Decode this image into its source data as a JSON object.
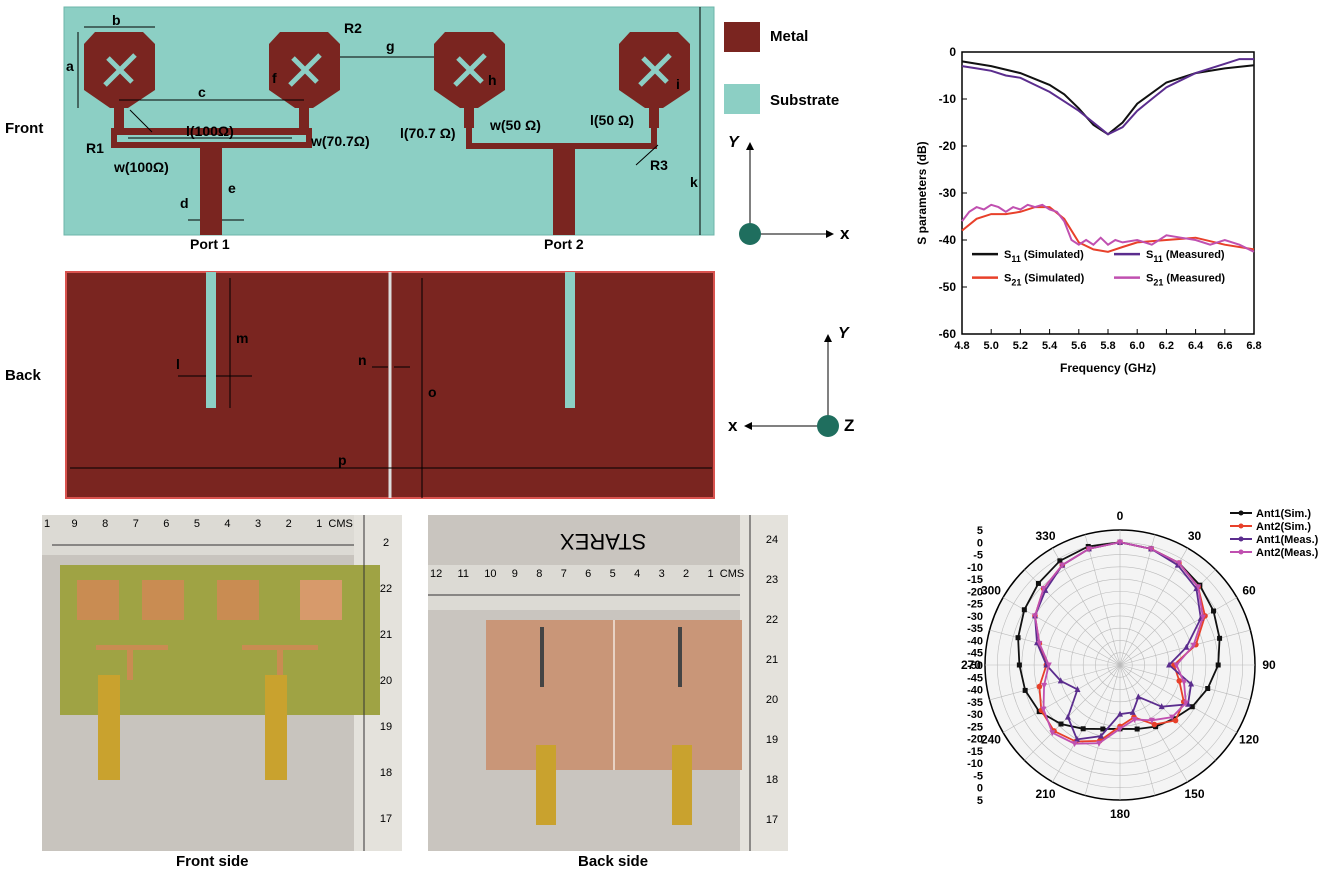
{
  "figure": {
    "rows": {
      "front": "Front",
      "back": "Back"
    },
    "legend": {
      "metal": {
        "label": "Metal",
        "color": "#7a2520"
      },
      "substrate": {
        "label": "Substrate",
        "color": "#8ccfc4"
      }
    },
    "front_dims": {
      "a": "a",
      "b": "b",
      "c": "c",
      "d": "d",
      "e": "e",
      "f": "f",
      "g": "g",
      "h": "h",
      "i": "i",
      "k": "k",
      "R1": "R1",
      "R2": "R2",
      "R3": "R3",
      "l100": "l(100Ω)",
      "w100": "w(100Ω)",
      "w707": "w(70.7Ω)",
      "l707": "l(70.7 Ω)",
      "w50": "w(50 Ω)",
      "l50": "l(50 Ω)"
    },
    "ports": {
      "p1": "Port 1",
      "p2": "Port 2"
    },
    "back_dims": {
      "l": "l",
      "m": "m",
      "n": "n",
      "o": "o",
      "p": "p"
    },
    "axes_front": {
      "y": "Y",
      "x": "x"
    },
    "axes_back": {
      "y": "Y",
      "x": "x",
      "z": "Z"
    },
    "photos": {
      "front_caption": "Front side",
      "back_caption": "Back side",
      "ruler_front_top": [
        "1",
        "9",
        "8",
        "7",
        "6",
        "5",
        "4",
        "3",
        "2",
        "1",
        "CMS"
      ],
      "ruler_front_side": [
        "2",
        "22",
        "21",
        "20",
        "19",
        "18",
        "17"
      ],
      "ruler_back_top": [
        "12",
        "11",
        "10",
        "9",
        "8",
        "7",
        "6",
        "5",
        "4",
        "3",
        "2",
        "1",
        "CMS"
      ],
      "ruler_back_side": [
        "24",
        "23",
        "22",
        "21",
        "20",
        "19",
        "18",
        "17"
      ],
      "brand": "STAREX"
    }
  },
  "chart_data": [
    {
      "type": "line",
      "xlabel": "Frequency (GHz)",
      "ylabel": "S parameters (dB)",
      "xlim": [
        4.8,
        6.8
      ],
      "ylim": [
        -60,
        0
      ],
      "xticks": [
        "4.8",
        "5.0",
        "5.2",
        "5.4",
        "5.6",
        "5.8",
        "6.0",
        "6.2",
        "6.4",
        "6.6",
        "6.8"
      ],
      "yticks": [
        "0",
        "-10",
        "-20",
        "-30",
        "-40",
        "-50",
        "-60"
      ],
      "legend": [
        {
          "main": "S",
          "sub": "11",
          "rest": " (Simulated)",
          "color": "#111111"
        },
        {
          "main": "S",
          "sub": "11",
          "rest": " (Measured)",
          "color": "#5b2d8e"
        },
        {
          "main": "S",
          "sub": "21",
          "rest": " (Simulated)",
          "color": "#e8402a"
        },
        {
          "main": "S",
          "sub": "21",
          "rest": " (Measured)",
          "color": "#c050b0"
        }
      ],
      "series": [
        {
          "color": "#111111",
          "x": [
            4.8,
            5.0,
            5.2,
            5.4,
            5.5,
            5.6,
            5.7,
            5.8,
            5.9,
            6.0,
            6.2,
            6.4,
            6.6,
            6.8
          ],
          "y": [
            -2,
            -3,
            -4.5,
            -7,
            -9,
            -12,
            -15.5,
            -17.5,
            -15,
            -11,
            -6.5,
            -4.5,
            -3.5,
            -2.8
          ]
        },
        {
          "color": "#5b2d8e",
          "x": [
            4.8,
            4.9,
            5.0,
            5.1,
            5.2,
            5.3,
            5.4,
            5.5,
            5.6,
            5.7,
            5.8,
            5.9,
            6.0,
            6.1,
            6.2,
            6.3,
            6.4,
            6.5,
            6.6,
            6.7,
            6.8
          ],
          "y": [
            -3,
            -3.5,
            -4,
            -5,
            -5.5,
            -7,
            -8.5,
            -10.5,
            -12.5,
            -15,
            -17.5,
            -16,
            -12.5,
            -10,
            -7.5,
            -6,
            -4.5,
            -3.5,
            -2.5,
            -1.5,
            -1.5
          ]
        },
        {
          "color": "#e8402a",
          "x": [
            4.8,
            4.9,
            5.0,
            5.1,
            5.2,
            5.3,
            5.4,
            5.5,
            5.6,
            5.7,
            5.8,
            5.9,
            6.0,
            6.2,
            6.4,
            6.6,
            6.8
          ],
          "y": [
            -38,
            -35.5,
            -34.5,
            -34.5,
            -34,
            -33,
            -33,
            -35.5,
            -40.5,
            -42,
            -42.5,
            -41.5,
            -40.5,
            -40,
            -39.5,
            -41,
            -42
          ]
        },
        {
          "color": "#c050b0",
          "x": [
            4.8,
            4.85,
            4.9,
            4.95,
            5.0,
            5.05,
            5.1,
            5.15,
            5.2,
            5.25,
            5.3,
            5.35,
            5.4,
            5.45,
            5.5,
            5.55,
            5.6,
            5.65,
            5.7,
            5.75,
            5.8,
            5.85,
            5.9,
            6.0,
            6.1,
            6.2,
            6.3,
            6.4,
            6.5,
            6.6,
            6.7,
            6.8
          ],
          "y": [
            -36,
            -34,
            -33,
            -33.5,
            -32.5,
            -33,
            -34,
            -33,
            -33.5,
            -32.5,
            -33,
            -32.5,
            -33.5,
            -34,
            -36,
            -40,
            -41,
            -40,
            -41,
            -39.5,
            -41,
            -40,
            -40.5,
            -40,
            -41,
            -39,
            -39.5,
            -40,
            -41,
            -40,
            -41,
            -42.5
          ]
        }
      ]
    },
    {
      "type": "polar",
      "angle_labels": [
        "0",
        "30",
        "60",
        "90",
        "120",
        "150",
        "180",
        "210",
        "240",
        "270",
        "300",
        "330"
      ],
      "r_labels": [
        "5",
        "0",
        "-5",
        "-10",
        "-15",
        "-20",
        "-25",
        "-30",
        "-35",
        "-40",
        "-45",
        "-50",
        "-45",
        "-40",
        "-35",
        "-30",
        "-25",
        "-20",
        "-15",
        "-10",
        "-5",
        "0",
        "5"
      ],
      "rlim": [
        -50,
        5
      ],
      "legend": [
        {
          "label": "Ant1(Sim.)",
          "color": "#111111",
          "marker": "square"
        },
        {
          "label": "Ant2(Sim.)",
          "color": "#e8402a",
          "marker": "circle"
        },
        {
          "label": "Ant1(Meas.)",
          "color": "#5b2d8e",
          "marker": "triangle-up"
        },
        {
          "label": "Ant2(Meas.)",
          "color": "#c050b0",
          "marker": "triangle-down"
        }
      ],
      "series": [
        {
          "name": "Ant1(Sim.)",
          "color": "#111111",
          "marker": "square",
          "theta": [
            0,
            15,
            30,
            45,
            60,
            75,
            90,
            105,
            120,
            135,
            150,
            165,
            180,
            195,
            210,
            225,
            240,
            255,
            270,
            285,
            300,
            315,
            330,
            345
          ],
          "r": [
            0,
            -1,
            -2,
            -4,
            -6,
            -8,
            -10,
            -13,
            -16,
            -19,
            -21,
            -23,
            -24,
            -23,
            -20,
            -16,
            -12,
            -10,
            -9,
            -7,
            -5,
            -3,
            -1,
            0
          ]
        },
        {
          "name": "Ant2(Sim.)",
          "color": "#e8402a",
          "marker": "circle",
          "theta": [
            0,
            15,
            30,
            45,
            60,
            75,
            90,
            105,
            120,
            135,
            150,
            165,
            180,
            195,
            210,
            225,
            240,
            255,
            270,
            285,
            300,
            315,
            330,
            345
          ],
          "r": [
            0,
            -1,
            -2,
            -5,
            -10,
            -18,
            -28,
            -25,
            -20,
            -18,
            -22,
            -28,
            -25,
            -18,
            -14,
            -12,
            -13,
            -16,
            -20,
            -16,
            -10,
            -6,
            -3,
            -1
          ]
        },
        {
          "name": "Ant1(Meas.)",
          "color": "#5b2d8e",
          "marker": "triangle-up",
          "theta": [
            0,
            15,
            30,
            45,
            60,
            75,
            90,
            105,
            120,
            135,
            150,
            165,
            180,
            195,
            210,
            225,
            240,
            255,
            270,
            285,
            300,
            315,
            330,
            345
          ],
          "r": [
            0,
            -1,
            -3,
            -6,
            -12,
            -22,
            -30,
            -20,
            -18,
            -26,
            -35,
            -30,
            -30,
            -20,
            -15,
            -20,
            -30,
            -25,
            -20,
            -15,
            -10,
            -7,
            -3,
            -1
          ]
        },
        {
          "name": "Ant2(Meas.)",
          "color": "#c050b0",
          "marker": "triangle-down",
          "theta": [
            0,
            15,
            30,
            45,
            60,
            75,
            90,
            105,
            120,
            135,
            150,
            165,
            180,
            195,
            210,
            225,
            240,
            255,
            270,
            285,
            300,
            315,
            330,
            345
          ],
          "r": [
            0,
            -1,
            -2,
            -5,
            -11,
            -19,
            -27,
            -23,
            -19,
            -20,
            -24,
            -27,
            -24,
            -17,
            -13,
            -11,
            -14,
            -18,
            -21,
            -16,
            -10,
            -6,
            -3,
            -1
          ]
        }
      ]
    }
  ]
}
